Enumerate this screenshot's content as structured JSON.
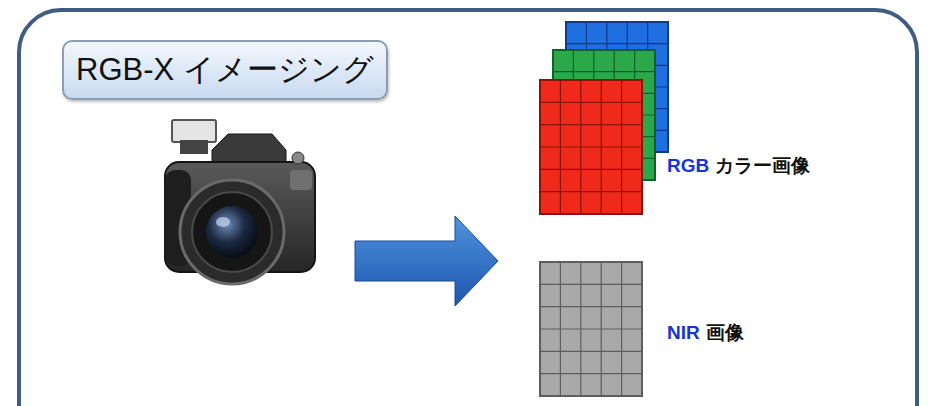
{
  "diagram": {
    "nodes": [
      {
        "text": [
          "RGB-X イメージング"
        ]
      }
    ],
    "labels": [
      "RGB",
      "カラー画像",
      "NIR",
      "画像"
    ]
  }
}
